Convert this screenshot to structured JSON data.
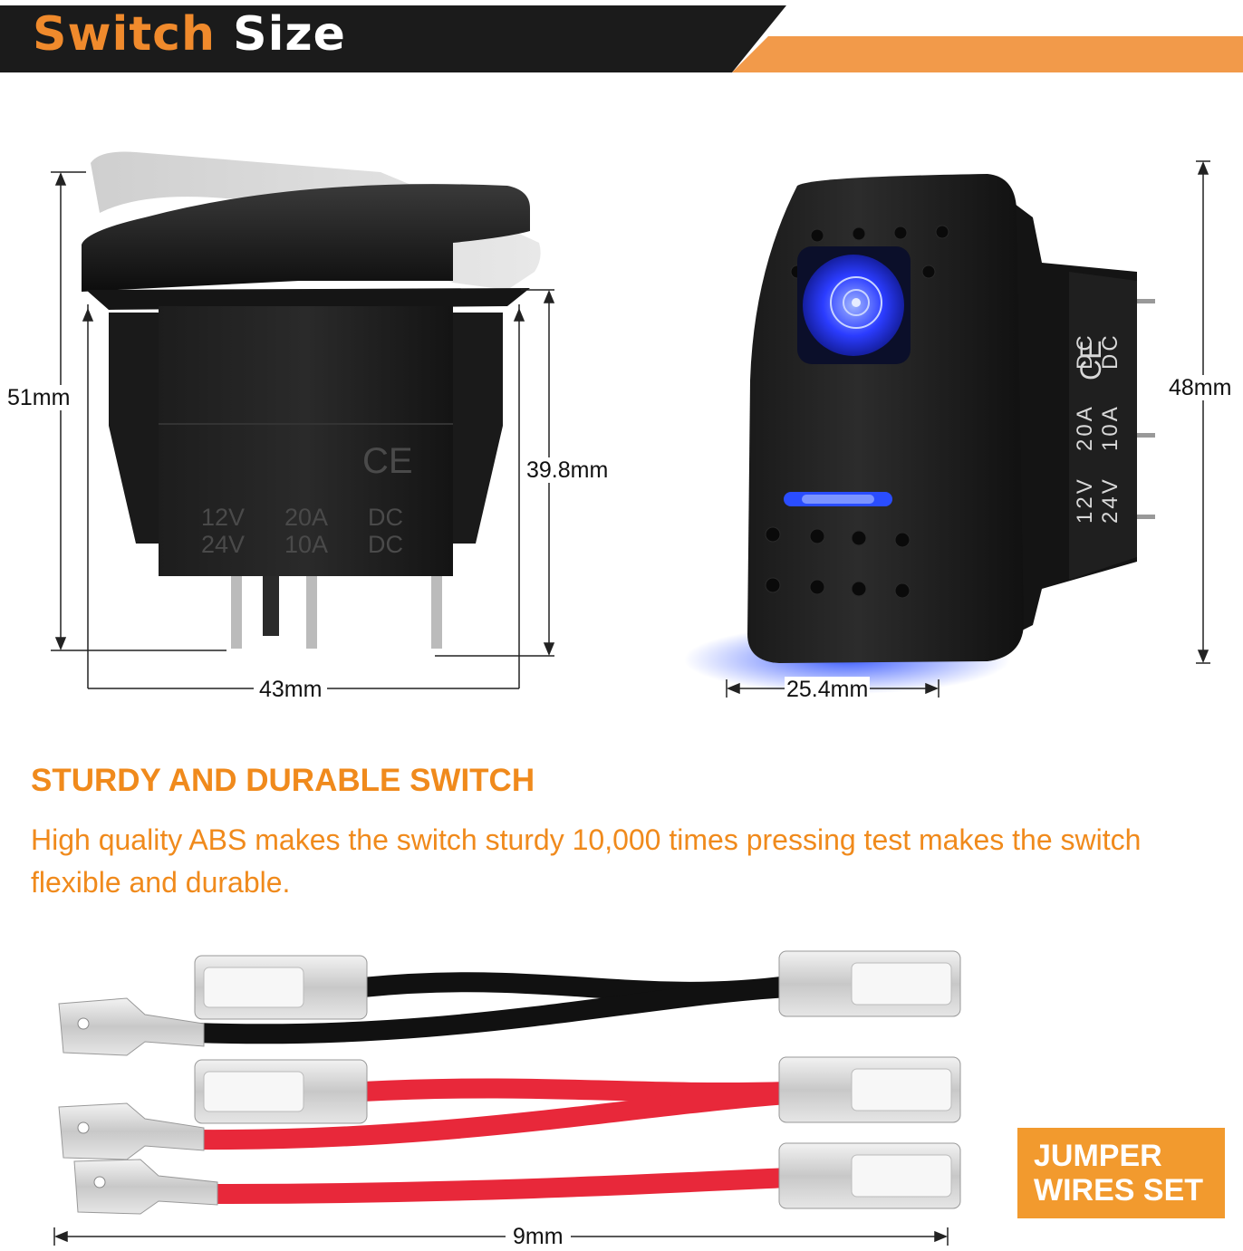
{
  "banner": {
    "title_word1": "Switch",
    "title_word2": "Size",
    "colors": {
      "dark": "#1b1b1b",
      "accent": "#f29a4a"
    }
  },
  "left_switch": {
    "height_label": "51mm",
    "body_height_label": "39.8mm",
    "width_label": "43mm",
    "mark": "CE",
    "rating_rows": [
      [
        "12V",
        "20A",
        "DC"
      ],
      [
        "24V",
        "10A",
        "DC"
      ]
    ]
  },
  "right_switch": {
    "height_label": "48mm",
    "width_label": "25.4mm",
    "mark": "CE",
    "rating_rows": [
      [
        "12V",
        "20A",
        "DC"
      ],
      [
        "24V",
        "10A",
        "DC"
      ]
    ],
    "led_color": "#1e4dff"
  },
  "feature": {
    "heading": "STURDY AND DURABLE SWITCH",
    "description": "High quality ABS makes the switch sturdy 10,000 times pressing test makes the switch flexible and durable.",
    "color": "#f08a1c"
  },
  "wires": {
    "badge_line1": "JUMPER",
    "badge_line2": "WIRES SET",
    "length_label": "9mm",
    "wire_colors": [
      "#111111",
      "#e8283a",
      "#e8283a"
    ]
  }
}
